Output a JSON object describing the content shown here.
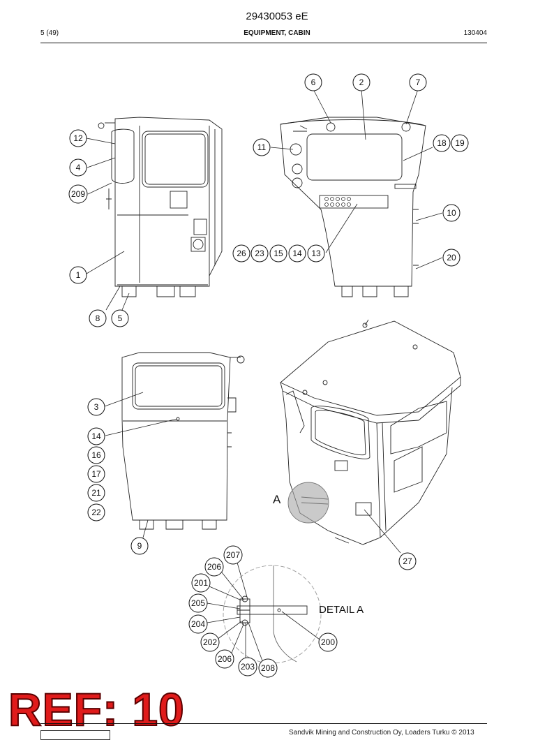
{
  "header": {
    "doc_number": "29430053 eE",
    "page": "5 (49)",
    "section": "EQUIPMENT, CABIN",
    "code": "130404"
  },
  "labels": {
    "detail": "DETAIL A",
    "view_a": "A"
  },
  "stamp": "REF: 10",
  "footer": {
    "copyright": "Sandvik Mining and Construction Oy, Loaders Turku © 2013"
  },
  "callouts": [
    "6",
    "2",
    "7",
    "12",
    "4",
    "209",
    "11",
    "18",
    "19",
    "10",
    "26",
    "23",
    "15",
    "14",
    "13",
    "20",
    "1",
    "8",
    "5",
    "3",
    "14",
    "16",
    "17",
    "21",
    "22",
    "9",
    "27",
    "207",
    "206",
    "201",
    "205",
    "204",
    "202",
    "206",
    "203",
    "208",
    "200"
  ]
}
